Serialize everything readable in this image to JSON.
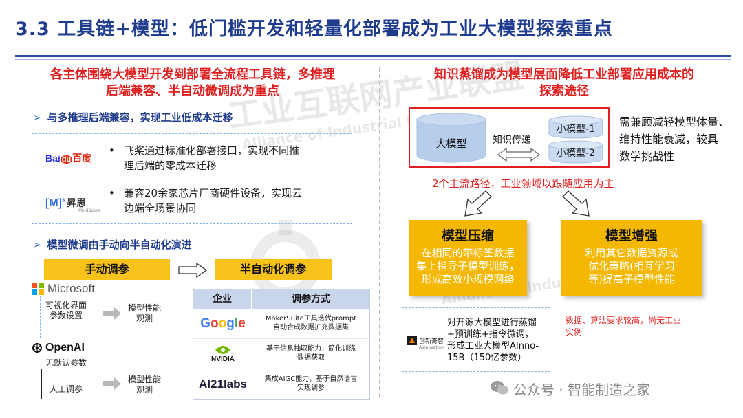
{
  "title": "3.3 工具链+模型：低门槛开发和轻量化部署成为工业大模型探索重点",
  "left": {
    "heading_line1": "各主体围绕大模型开发到部署全流程工具链，多推理",
    "heading_line2": "后端兼容、半自动微调成为重点",
    "sub1": "与多推理后端兼容，实现工业低成本迁移",
    "baidu_logo": "Bai百度",
    "baidu_text_line1": "飞桨通过标准化部署接口，实现不同推",
    "baidu_text_line2": "理后端的零成本迁移",
    "mindspore_logo": "[M]ˢ 昇思",
    "mindspore_sub": "MindSpore",
    "mindspore_text_line1": "兼容20余家芯片厂商硬件设备，实现云",
    "mindspore_text_line2": "边端全场景协同",
    "sub2": "模型微调由手动向半自动化演进",
    "manual_label": "手动调参",
    "semi_label": "半自动化调参",
    "microsoft": "Microsoft",
    "ms_step1_line1": "可视化界面",
    "ms_step1_line2": "参数设置",
    "ms_step2_line1": "模型性能",
    "ms_step2_line2": "观测",
    "openai": "OpenAI",
    "oa_step0": "无默认参数",
    "oa_step1": "人工调参",
    "oa_step2_line1": "模型性能",
    "oa_step2_line2": "观测",
    "table": {
      "headers": [
        "企业",
        "调参方式"
      ],
      "rows": [
        {
          "company": "Google",
          "method_line1": "MakerSuite工具迭代prompt",
          "method_line2": "自动合成数据扩充数据集"
        },
        {
          "company": "NVIDIA",
          "method_line1": "基于信息抽取能力，简化训练",
          "method_line2": "数据获取"
        },
        {
          "company": "AI21labs",
          "method_line1": "集成AIGC能力，基于自然语言",
          "method_line2": "实现调参"
        }
      ]
    }
  },
  "right": {
    "heading_line1": "知识蒸馏成为模型层面降低工业部署应用成本的",
    "heading_line2": "探索途径",
    "big_model": "大模型",
    "transfer": "知识传递",
    "small1": "小模型-1",
    "small2": "小模型-2",
    "side_note_line1": "需兼顾减轻模型体量、",
    "side_note_line2": "维持性能衰减，较具",
    "side_note_line3": "数学挑战性",
    "paths_note": "2个主流路径，工业领域以跟随应用为主",
    "box1_title": "模型压缩",
    "box1_line1": "在相同的带标签数据",
    "box1_line2": "集上指导子模型训练，",
    "box1_line3": "形成高效小规模网络",
    "box2_title": "模型增强",
    "box2_line1": "利用其它数据资源或",
    "box2_line2": "优化策略(相互学习",
    "box2_line3": "等)提高子模型性能",
    "ainno_logo": "创新奇智",
    "ainno_sub": "AInnovation",
    "ainno_line1": "对开源大模型进行蒸馏",
    "ainno_line2": "+预训练+指令微调，",
    "ainno_line3": "形成工业大模型AInno-",
    "ainno_line4": "15B（150亿参数）",
    "red_note_line1": "数据、算法要求较高，尚无工业",
    "red_note_line2": "实例"
  },
  "watermark_main": "工业互联网产业联盟",
  "watermark_en": "Alliance of Industrial Internet",
  "footer": "公众号 · 智能制造之家",
  "colors": {
    "title_blue": "#1f3c8f",
    "red": "#e02020",
    "yellow": "#f5b800",
    "label_yellow": "#f7c21a",
    "dash_blue": "#7fb6e8"
  }
}
